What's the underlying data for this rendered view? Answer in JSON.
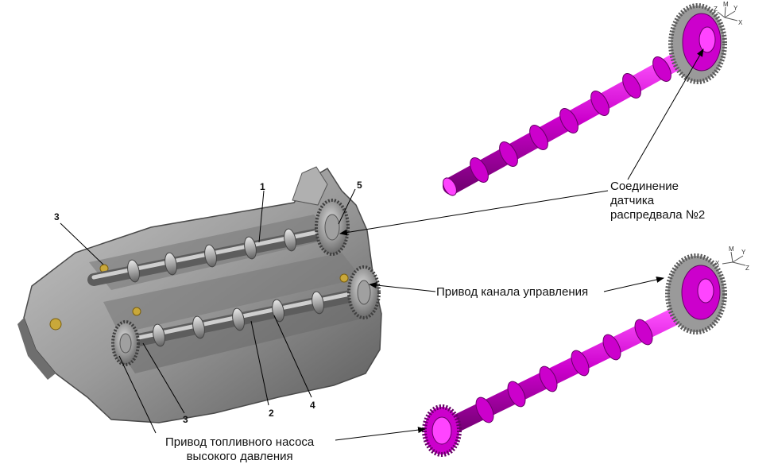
{
  "labels": {
    "sensor_connection": [
      "Соединение",
      "датчика",
      "распредвала №2"
    ],
    "control_channel_drive": "Привод канала управления",
    "fuel_pump_drive": [
      "Привод топливного насоса",
      "высокого давления"
    ]
  },
  "part_numbers": {
    "n1": "1",
    "n2": "2",
    "n3_top": "3",
    "n3_bottom": "3",
    "n4": "4",
    "n5": "5"
  },
  "axis_triads": {
    "top": {
      "x": "X",
      "y": "Y",
      "z": "Z",
      "m": "M"
    },
    "bottom": {
      "x": "X",
      "y": "Y",
      "z": "Z",
      "m": "M"
    }
  },
  "colors": {
    "camshaft": "#cc00cc",
    "gear": "#8c8c8c",
    "head_metal": "#9a9a9a",
    "leader_line": "#000000"
  }
}
